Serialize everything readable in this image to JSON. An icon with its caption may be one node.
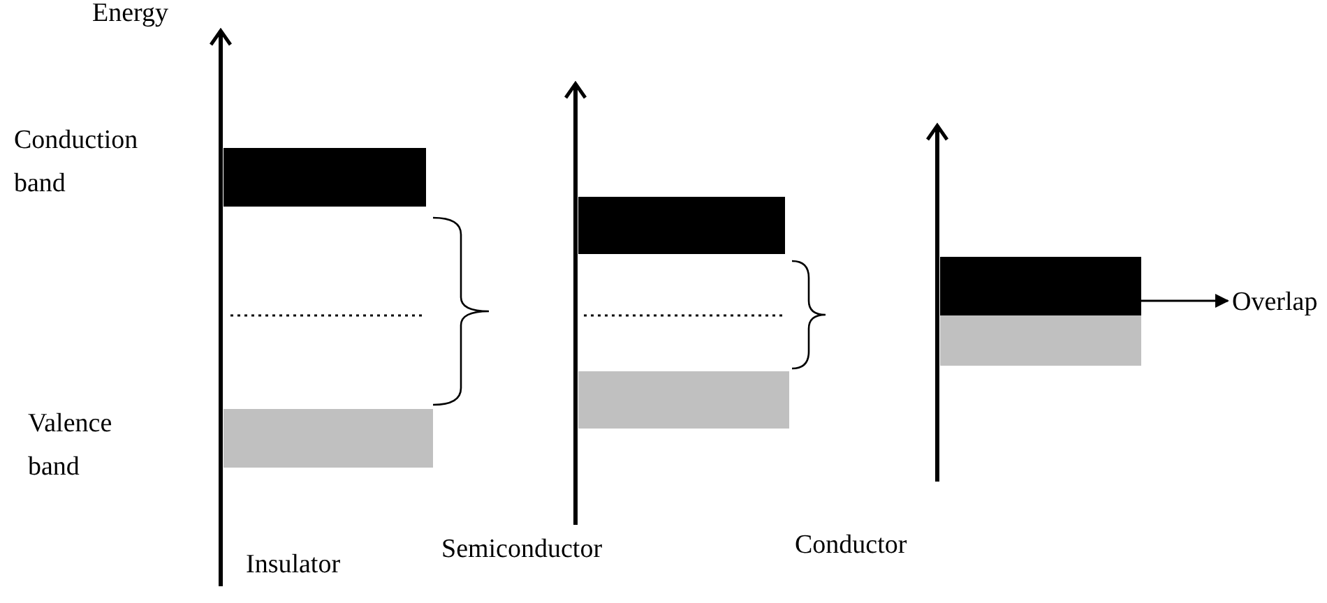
{
  "diagram": {
    "nodes": [
      {
        "text": [],
        "shape": "bar"
      },
      {
        "text": [],
        "shape": "bar"
      },
      {
        "text": [],
        "shape": "bar"
      },
      {
        "text": [],
        "shape": "bar"
      },
      {
        "text": [],
        "shape": "bar"
      },
      {
        "text": [],
        "shape": "bar"
      },
      {
        "text": [
          "Overlap"
        ]
      }
    ],
    "edges": [
      {
        "from": 4,
        "to": 6,
        "arrow": "to"
      }
    ],
    "labels": [
      "Energy",
      "Conduction band",
      "Valence band",
      "Insulator",
      "Semiconductor",
      "Conductor"
    ]
  }
}
